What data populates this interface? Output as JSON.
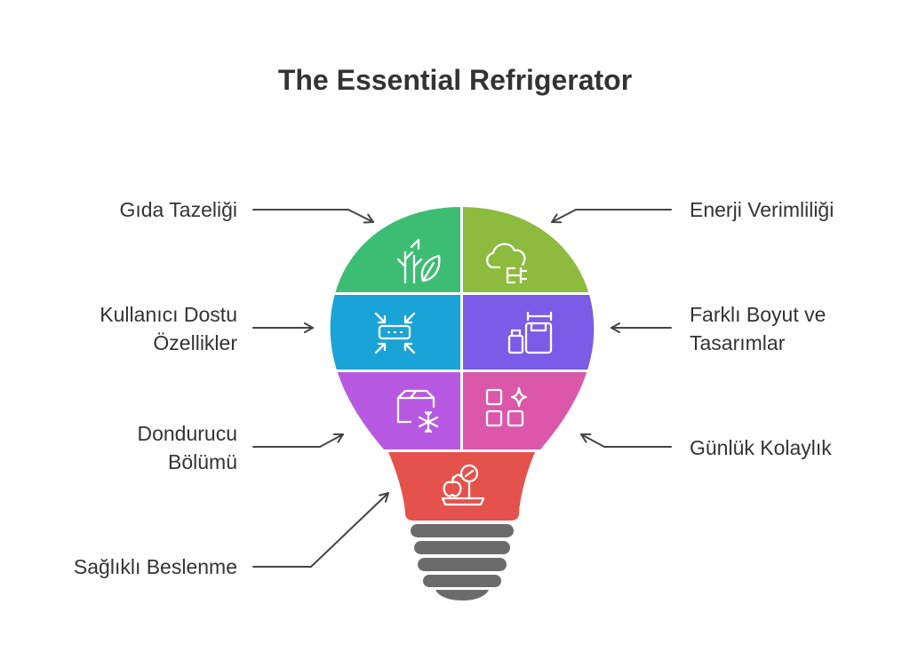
{
  "title": "The Essential Refrigerator",
  "segments": {
    "gida_tazeligi": {
      "label": "Gıda Tazeliği",
      "color": "#3dbd73",
      "icon": "plant-leaf-icon"
    },
    "enerji_verimliligi": {
      "label": "Enerji Verimliliği",
      "color": "#8dbb3e",
      "icon": "cloud-plug-icon"
    },
    "kullanici_dostu": {
      "label_line1": "Kullanıcı Dostu",
      "label_line2": "Özellikler",
      "color": "#1aa3d6",
      "icon": "compress-arrows-icon"
    },
    "farkli_boyut": {
      "label_line1": "Farklı Boyut ve",
      "label_line2": "Tasarımlar",
      "color": "#7a5ce6",
      "icon": "size-containers-icon"
    },
    "dondurucu": {
      "label_line1": "Dondurucu",
      "label_line2": "Bölümü",
      "color": "#b759e0",
      "icon": "box-snowflake-icon"
    },
    "gunluk_kolaylik": {
      "label": "Günlük Kolaylık",
      "color": "#dc56aa",
      "icon": "grid-sparkle-icon"
    },
    "saglikli_beslenme": {
      "label": "Sağlıklı Beslenme",
      "color": "#e5514b",
      "icon": "apple-scale-icon"
    }
  },
  "colors": {
    "text": "#333333",
    "arrow": "#444444",
    "base": "#6b6b6b",
    "icon": "#ffffff"
  }
}
